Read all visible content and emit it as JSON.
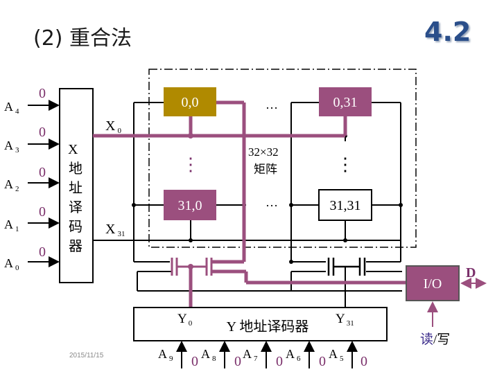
{
  "title": "(2) 重合法",
  "badge": "4.2",
  "footer_date": "2015/11/15",
  "colors": {
    "highlight": "#9b4f7e",
    "cell_gold": "#b08a00",
    "ink": "#000000",
    "io_fill": "#9b4f7e"
  },
  "x_address_lines": [
    {
      "label": "A",
      "sub": "4",
      "value": "0"
    },
    {
      "label": "A",
      "sub": "3",
      "value": "0"
    },
    {
      "label": "A",
      "sub": "2",
      "value": "0"
    },
    {
      "label": "A",
      "sub": "1",
      "value": "0"
    },
    {
      "label": "A",
      "sub": "0",
      "value": "0"
    }
  ],
  "x_decoder": {
    "chars": [
      "X",
      "地",
      "址",
      "译",
      "码",
      "器"
    ]
  },
  "x_outputs": {
    "x0": "X",
    "x0_sub": "0",
    "x31": "X",
    "x31_sub": "31"
  },
  "matrix": {
    "label_line1": "32×32",
    "label_line2": "矩阵",
    "cells": [
      "0,0",
      "0,31",
      "31,0",
      "31,31"
    ],
    "dots": "…",
    "vdots": "⋮"
  },
  "y_decoder": {
    "label": "Y 地址译码器",
    "y0": "Y",
    "y0_sub": "0",
    "y31": "Y",
    "y31_sub": "31"
  },
  "y_address_lines": [
    {
      "label": "A",
      "sub": "9",
      "value": "0"
    },
    {
      "label": "A",
      "sub": "8",
      "value": "0"
    },
    {
      "label": "A",
      "sub": "7",
      "value": "0"
    },
    {
      "label": "A",
      "sub": "6",
      "value": "0"
    },
    {
      "label": "A",
      "sub": "5",
      "value": "0"
    }
  ],
  "io": {
    "label": "I/O",
    "data": "D",
    "rw_read": "读",
    "rw_write": "/写"
  }
}
